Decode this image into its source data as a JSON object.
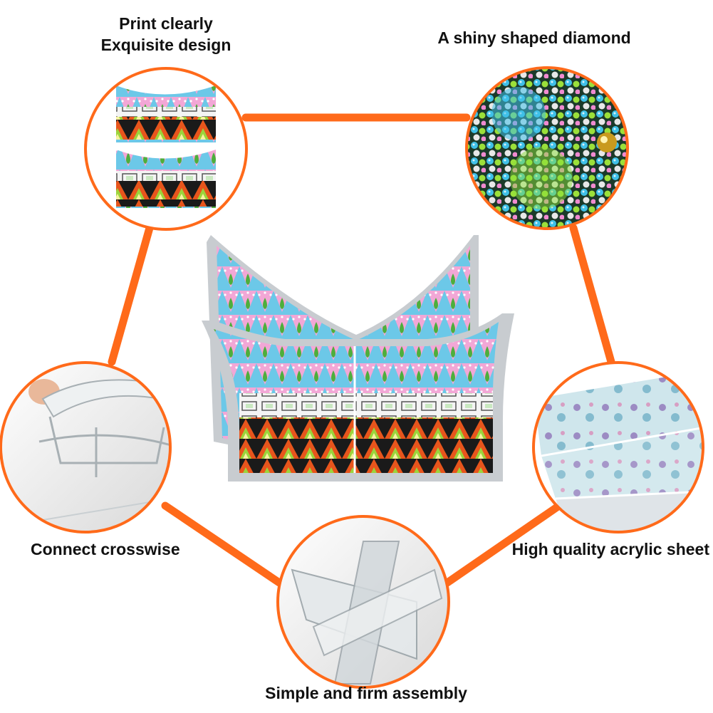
{
  "colors": {
    "accent": "#ff6a1a",
    "sky": "#6cc8e8",
    "pink": "#f2a7d6",
    "green": "#4caf3c",
    "orange": "#e8551c",
    "acrylic": "#dfe4e8"
  },
  "features": [
    {
      "id": "print",
      "lines": [
        "Print clearly",
        "Exquisite design"
      ]
    },
    {
      "id": "diamond",
      "lines": [
        "A shiny shaped diamond"
      ]
    },
    {
      "id": "acrylic",
      "lines": [
        "High quality acrylic sheet"
      ]
    },
    {
      "id": "assembly",
      "lines": [
        "Simple and firm assembly"
      ]
    },
    {
      "id": "connect",
      "lines": [
        "Connect crosswise"
      ]
    }
  ]
}
